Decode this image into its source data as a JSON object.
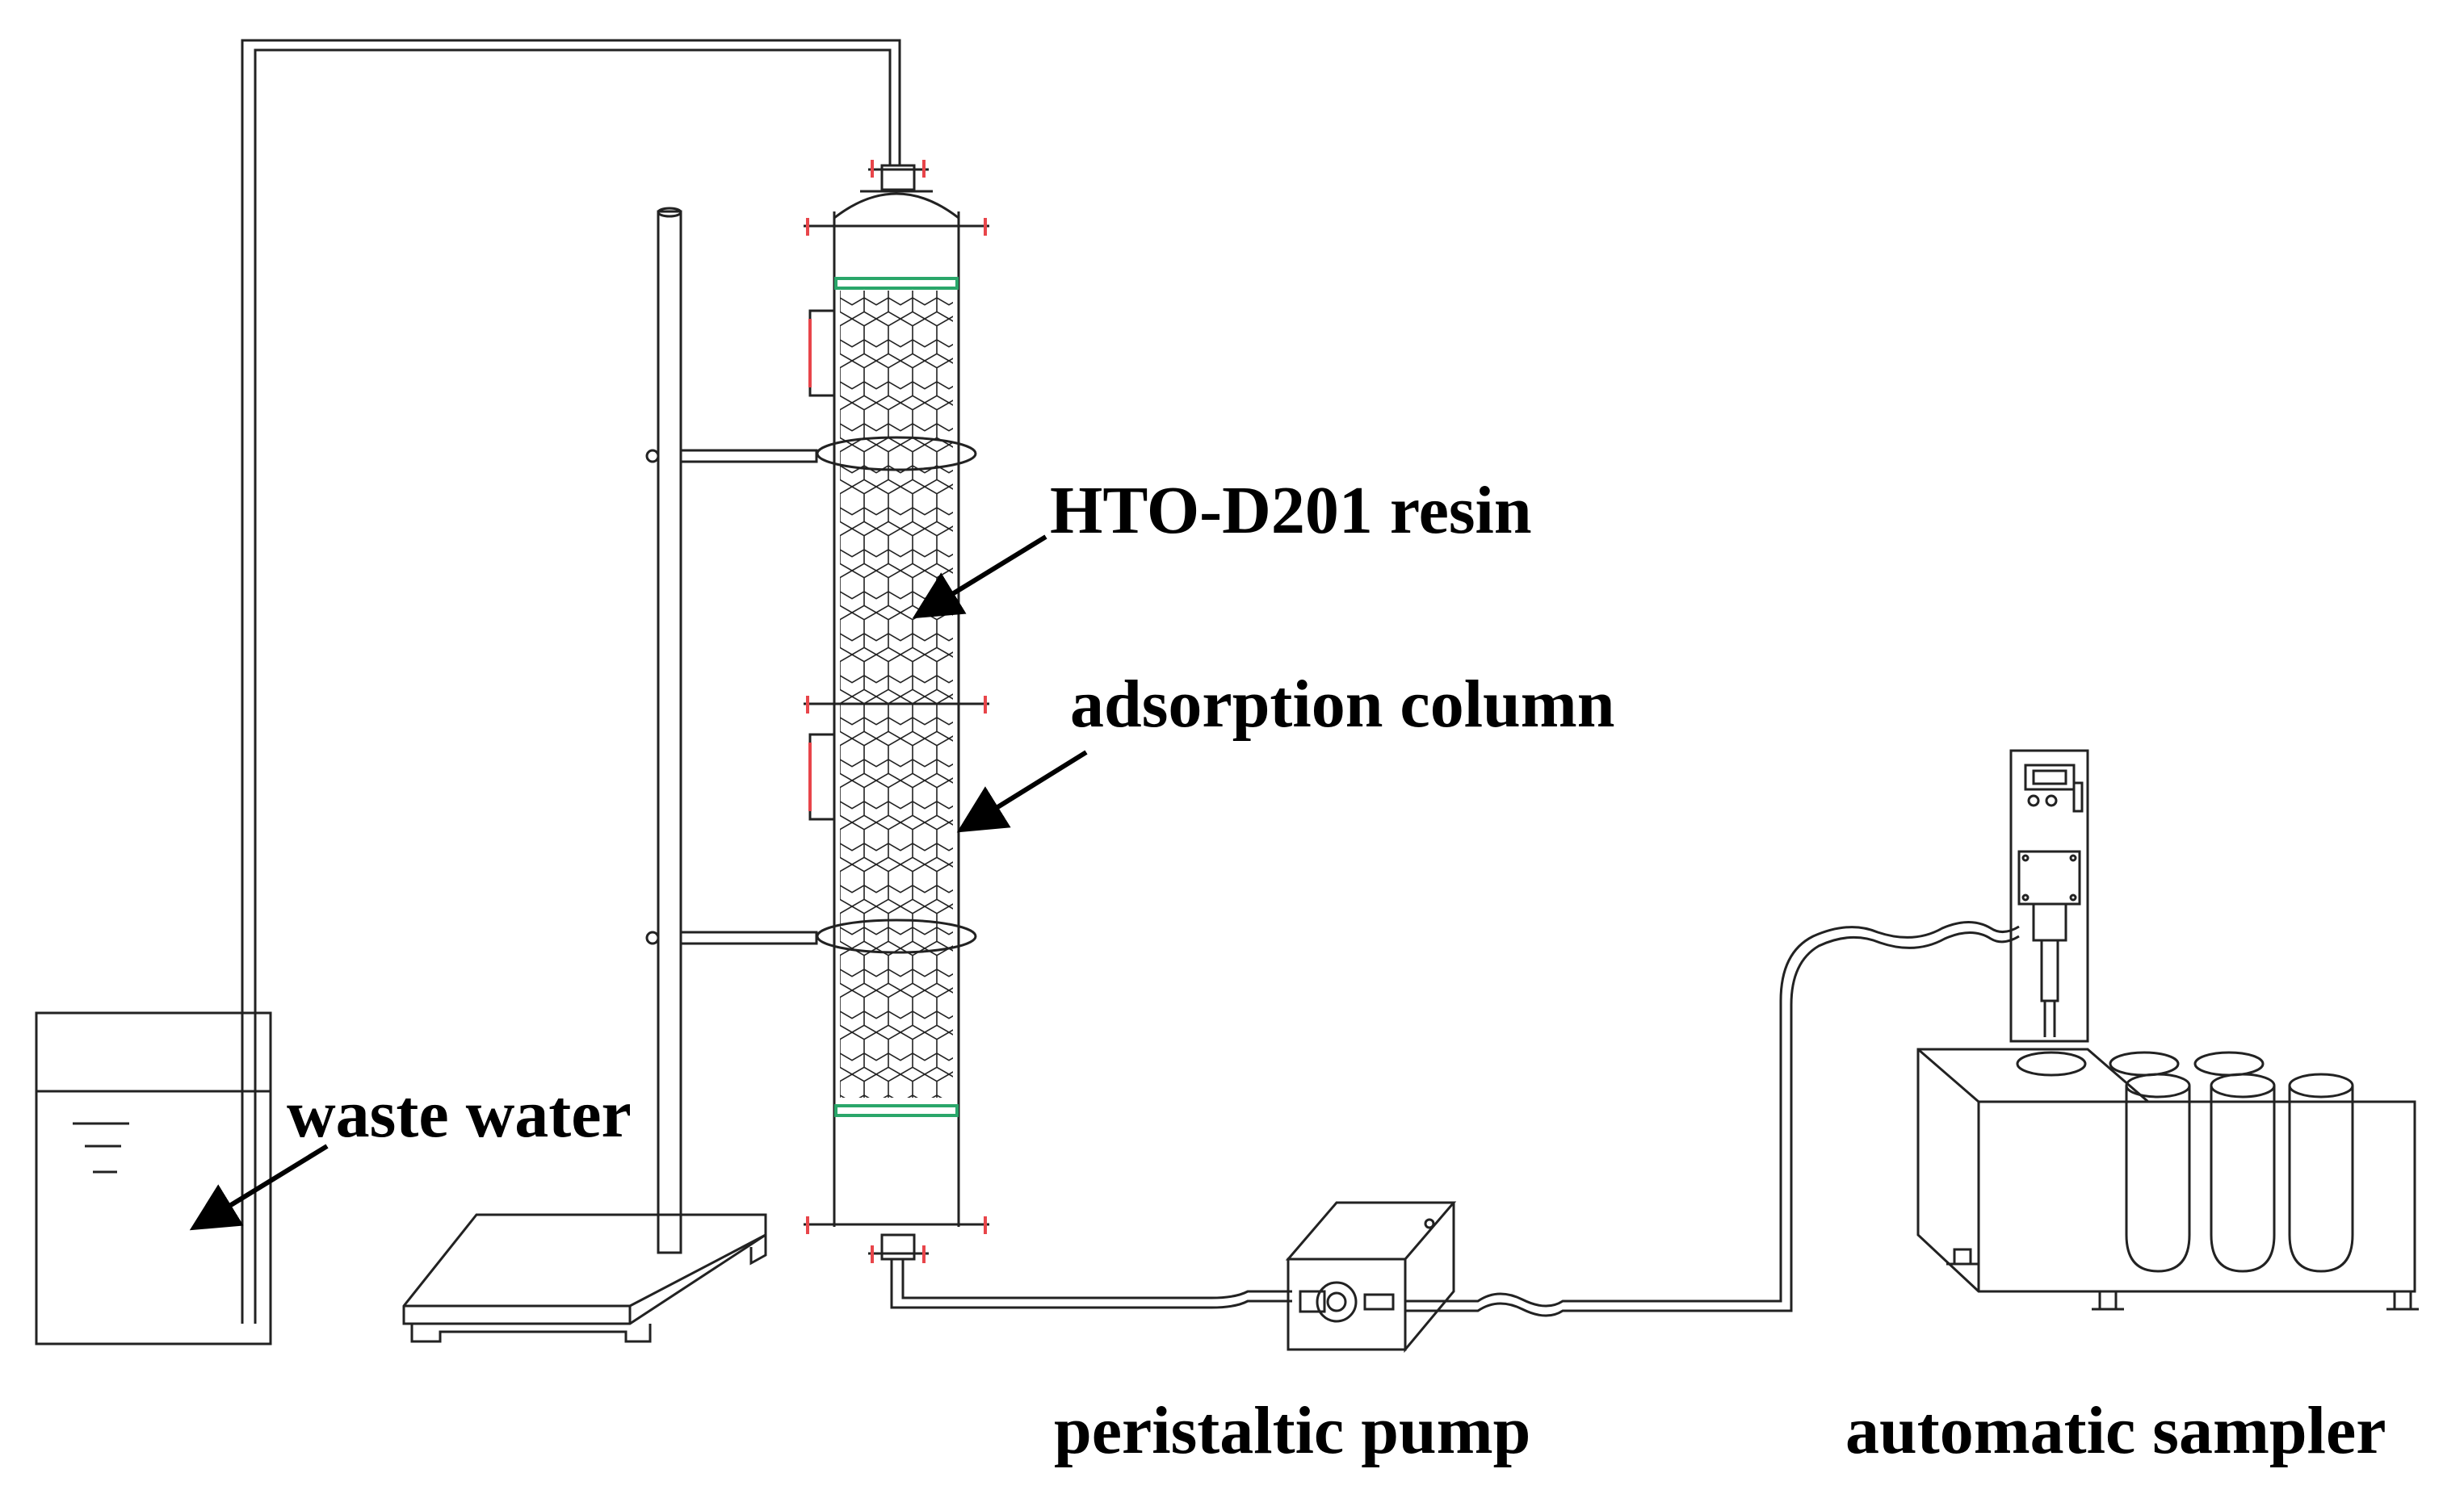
{
  "labels": {
    "resin": "HTO-D201 resin",
    "column": "adsorption column",
    "waste_water": "waste water",
    "pump": "peristaltic pump",
    "sampler": "automatic sampler"
  },
  "colors": {
    "line": "#222222",
    "flange_red": "#e8454a",
    "mesh_green": "#2aa66a",
    "background": "#ffffff"
  }
}
